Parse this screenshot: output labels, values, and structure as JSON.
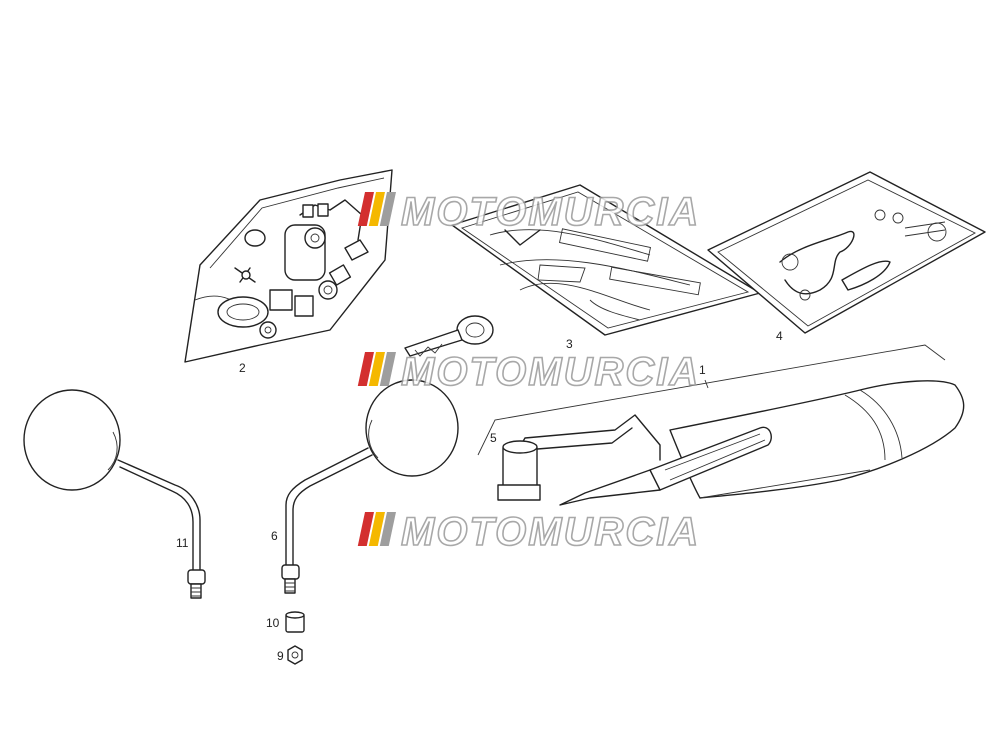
{
  "watermark": {
    "text": "MOTOMURCIA",
    "stripe_colors": [
      "#d32f2f",
      "#f5b800",
      "#9e9e9e"
    ]
  },
  "callouts": {
    "c1": "1",
    "c2": "2",
    "c3": "3",
    "c4": "4",
    "c5": "5",
    "c6": "6",
    "c9": "9",
    "c10": "10",
    "c11": "11"
  }
}
